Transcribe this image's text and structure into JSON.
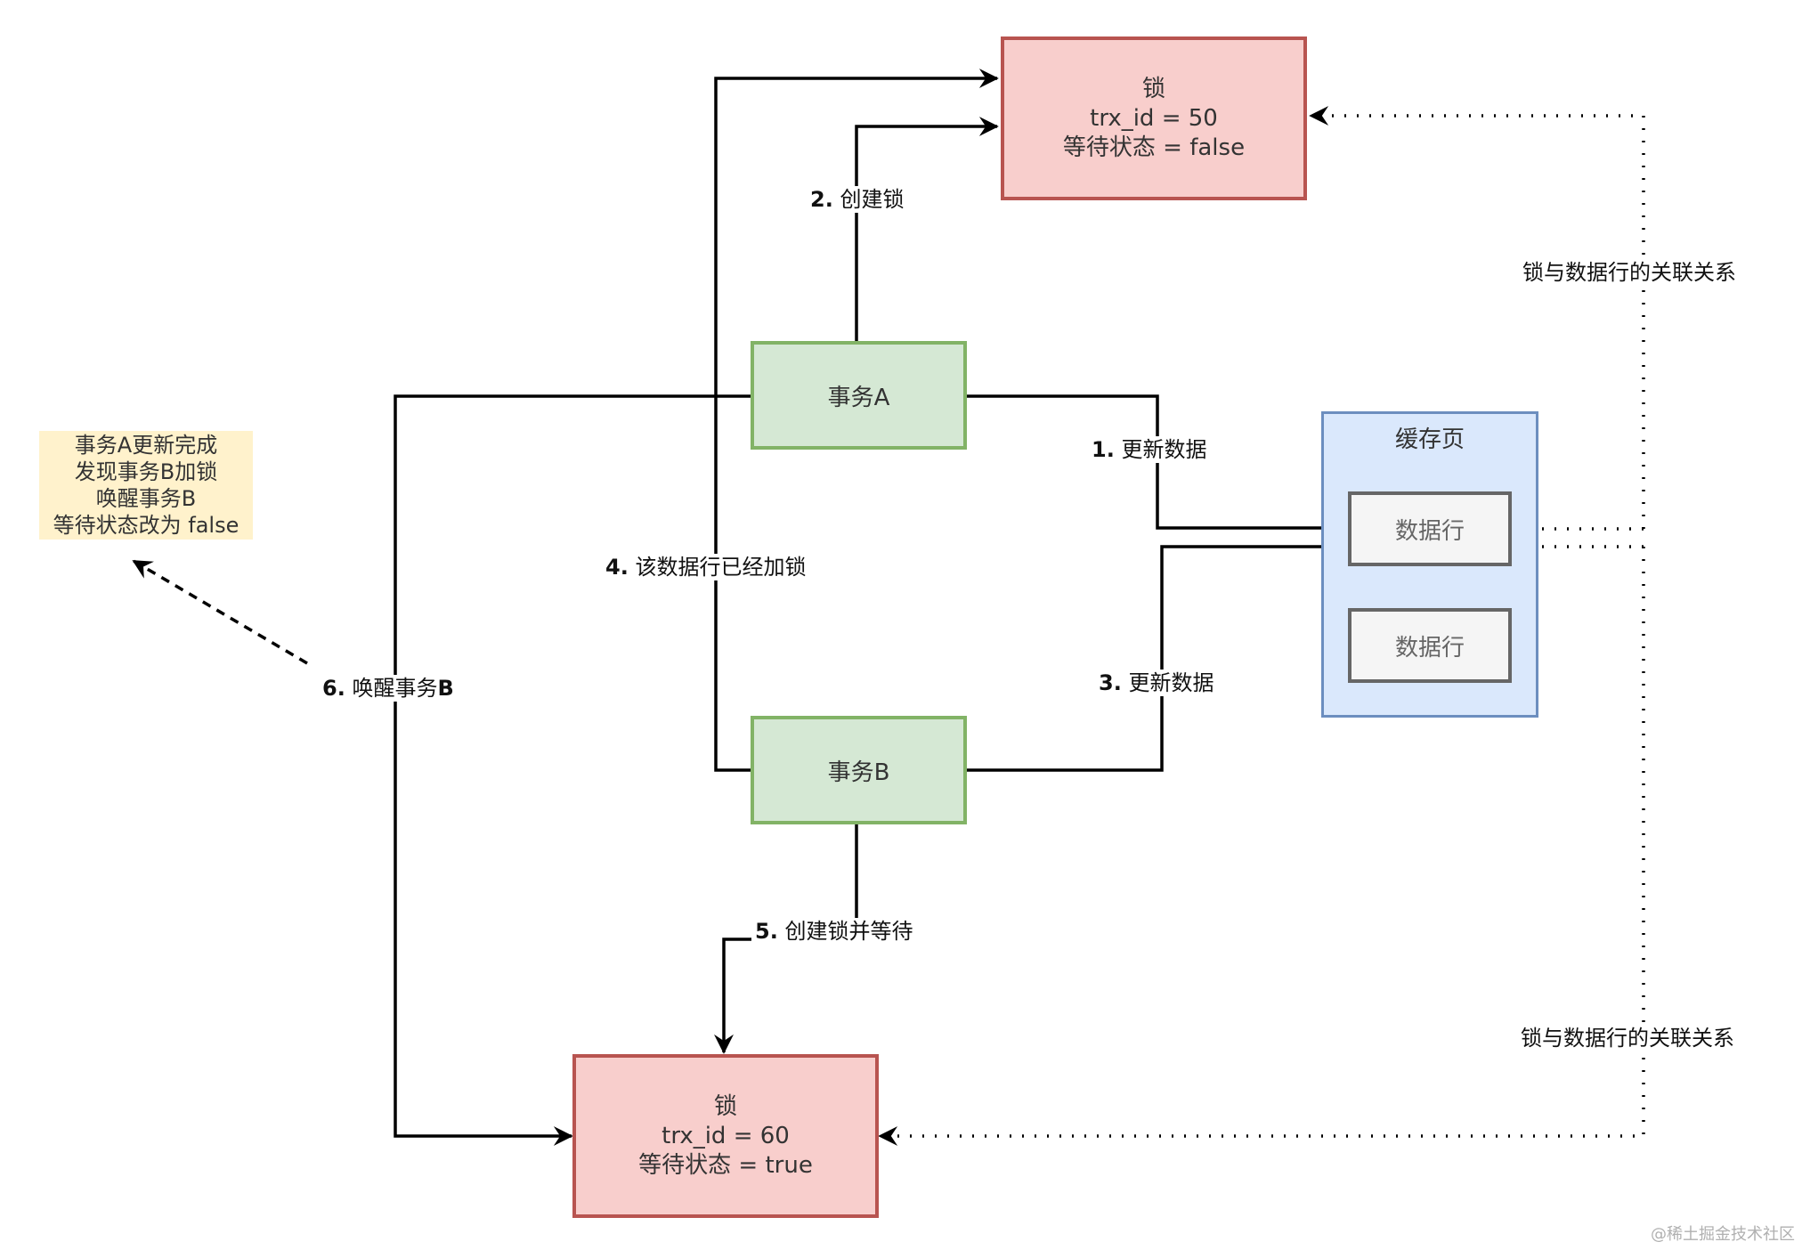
{
  "lock_a": {
    "title": "锁",
    "trx": "trx_id = 50",
    "state": "等待状态 = false"
  },
  "lock_b": {
    "title": "锁",
    "trx": "trx_id = 60",
    "state": "等待状态 = true"
  },
  "tx_a": {
    "label": "事务A"
  },
  "tx_b": {
    "label": "事务B"
  },
  "cache_page": {
    "title": "缓存页",
    "rows": [
      "数据行",
      "数据行"
    ]
  },
  "note": {
    "lines": [
      "事务A更新完成",
      "发现事务B加锁",
      "唤醒事务B",
      "等待状态改为 false"
    ]
  },
  "edges": {
    "e1": {
      "num": "1.",
      "text": "更新数据"
    },
    "e2": {
      "num": "2.",
      "text": "创建锁"
    },
    "e3": {
      "num": "3.",
      "text": "更新数据"
    },
    "e4": {
      "num": "4.",
      "text": "该数据行已经加锁"
    },
    "e5": {
      "num": "5.",
      "text": "创建锁并等待"
    },
    "e6": {
      "num": "6.",
      "text": "唤醒事务",
      "tail": "B"
    }
  },
  "relation_labels": [
    "锁与数据行的关联关系",
    "锁与数据行的关联关系"
  ],
  "watermark": "@稀土掘金技术社区",
  "colors": {
    "lock_fill": "#f8cecc",
    "lock_border": "#b85450",
    "tx_fill": "#d5e8d4",
    "tx_border": "#82b366",
    "cache_fill": "#dae8fc",
    "cache_border": "#6c8ebf",
    "row_fill": "#f5f5f5",
    "row_border": "#666666",
    "note_fill": "#fff2cc"
  }
}
